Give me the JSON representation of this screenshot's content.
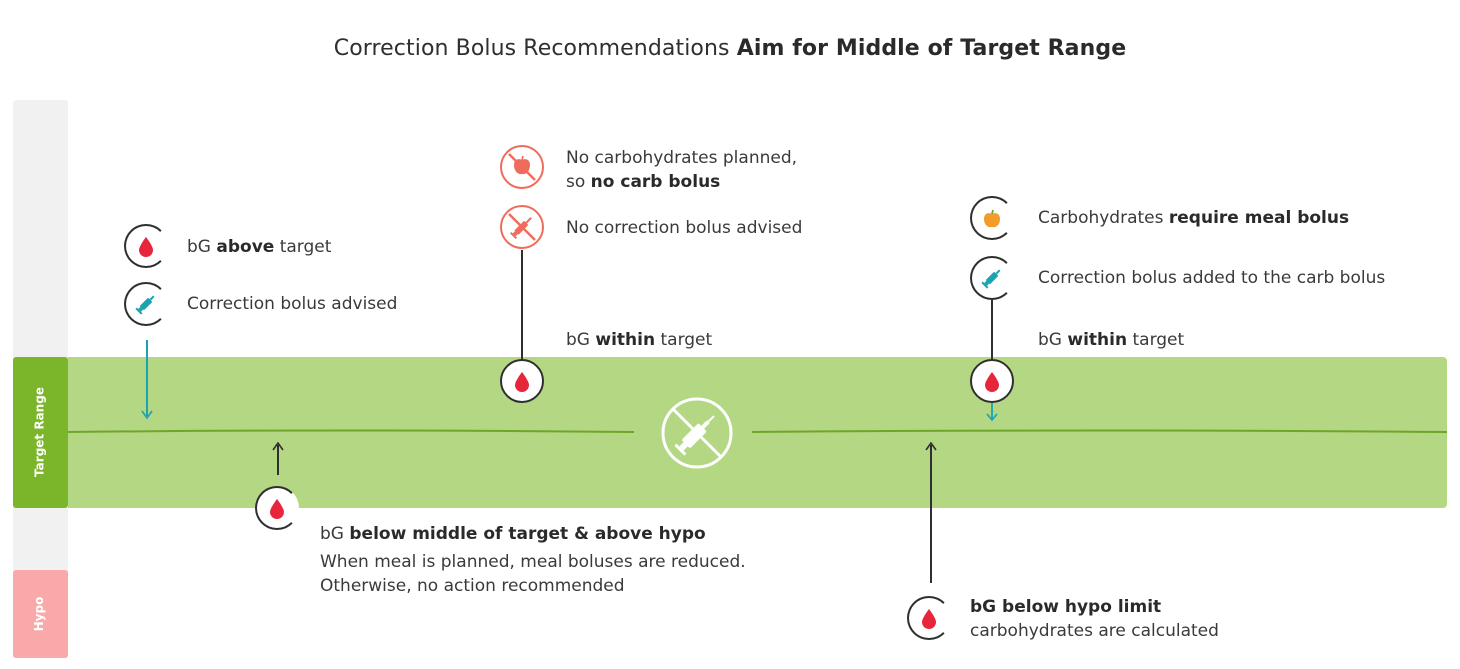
{
  "title": {
    "regular": "Correction Bolus Recommendations",
    "bold": "Aim for Middle of Target Range"
  },
  "side": {
    "target_label": "Target Range",
    "hypo_label": "Hypo"
  },
  "colors": {
    "target_band": "#b4d783",
    "target_side": "#7bb52a",
    "hypo_side": "#f9a9a9",
    "drop": "#e8263b",
    "syringe": "#1aa3b0",
    "apple_orange": "#f39c2b",
    "forbidden": "#ef6b5b"
  },
  "c1": {
    "line1_pre": "bG",
    "line1_bold": "above",
    "line1_post": "target",
    "line2": "Correction bolus advised"
  },
  "c2": {
    "line1_pre": "bG",
    "line1_bold": "below middle of target & above hypo",
    "line2": "When meal is planned, meal boluses are reduced.",
    "line3": "Otherwise, no action recommended"
  },
  "c3": {
    "note1_a": "No carbohydrates planned,",
    "note1_b_pre": "so",
    "note1_b_bold": "no carb bolus",
    "note2": "No correction bolus advised",
    "status_pre": "bG",
    "status_bold": "within",
    "status_post": "target"
  },
  "c4": {
    "line1_bold": "bG below hypo limit",
    "line2": "carbohydrates are calculated"
  },
  "c5": {
    "note1_pre": "Carbohydrates",
    "note1_bold": "require meal bolus",
    "note2": "Correction bolus added to the carb bolus",
    "status_pre": "bG",
    "status_bold": "within",
    "status_post": "target"
  },
  "icons": [
    "drop-icon",
    "syringe-icon",
    "no-apple-icon",
    "no-syringe-icon",
    "apple-icon"
  ]
}
